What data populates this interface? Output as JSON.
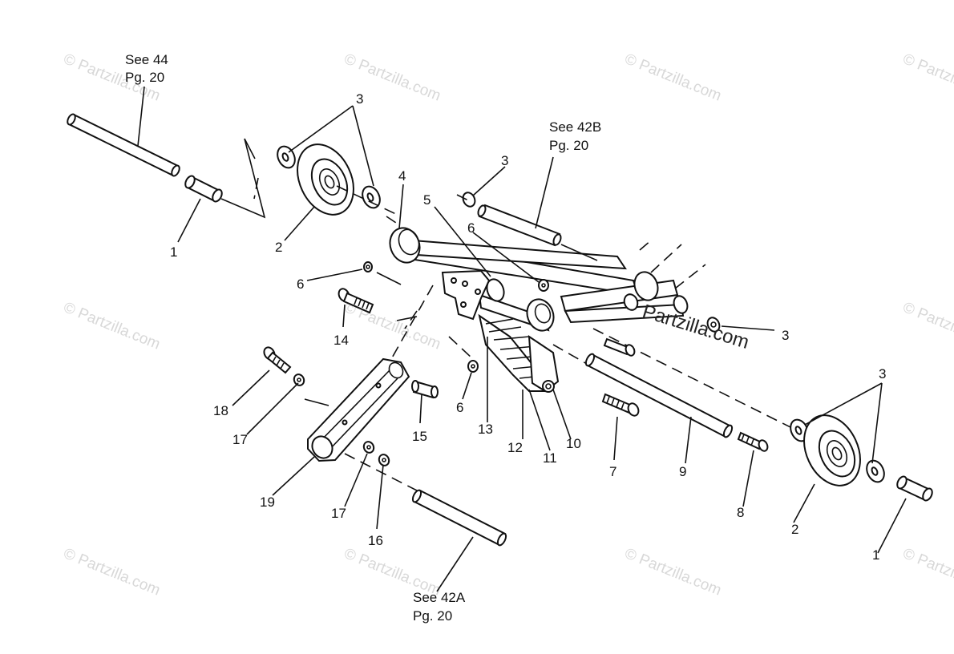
{
  "watermark": "© Partzilla.com",
  "brand_label": "Partzilla.com",
  "callouts": [
    "1",
    "1",
    "2",
    "2",
    "3",
    "3",
    "3",
    "3",
    "4",
    "5",
    "6",
    "6",
    "6",
    "7",
    "8",
    "9",
    "10",
    "11",
    "12",
    "13",
    "14",
    "15",
    "16",
    "17",
    "17",
    "18",
    "19"
  ],
  "references": [
    {
      "line1": "See 44",
      "line2": "Pg. 20"
    },
    {
      "line1": "See 42B",
      "line2": "Pg. 20"
    },
    {
      "line1": "See 42A",
      "line2": "Pg. 20"
    }
  ],
  "colors": {
    "ink": "#111111",
    "watermark": "#d8d8d8",
    "background": "#ffffff"
  }
}
